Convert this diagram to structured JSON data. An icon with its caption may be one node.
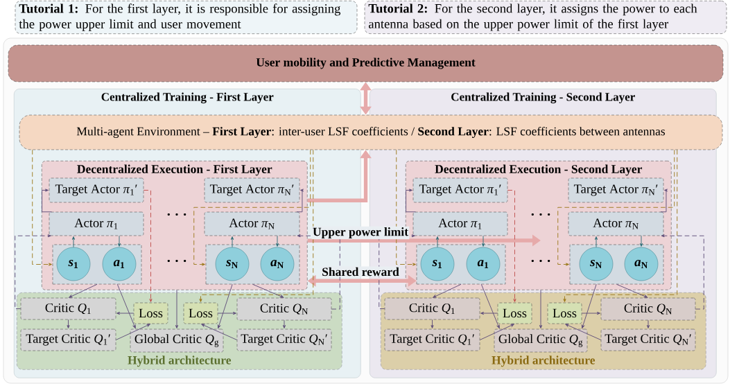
{
  "diagram": {
    "nodes": [
      {
        "text": [
          "**Tutorial 1:** For the first layer, it is responsible for assigning the power upper limit and user movement"
        ]
      },
      {
        "text": [
          "**Tutorial 2:** For the second layer, it assigns the power to each antenna based on the upper power limit of the first layer"
        ]
      },
      {
        "text": [
          "User mobility and Predictive Management"
        ]
      },
      {
        "text": [
          "Centralized Training - First Layer"
        ]
      },
      {
        "text": [
          "Centralized Training - Second Layer"
        ]
      },
      {
        "text": [
          "Multi-agent Environment – **First Layer**: inter-user LSF coefficients / **Second Layer**: LSF coefficients between antennas"
        ]
      },
      {
        "text": [
          "Decentralized Execution - First Layer"
        ],
        "in": 3
      },
      {
        "text": [
          "Target Actor *π*$_{1}$′"
        ],
        "in": 6
      },
      {
        "text": [
          "Actor *π*$_{1}$"
        ],
        "in": 6
      },
      {
        "text": [],
        "shape": "box",
        "in": 6
      },
      {
        "text": [
          "*s*$_{1}$"
        ],
        "in": 9
      },
      {
        "text": [
          "*a*$_{1}$"
        ],
        "in": 9
      },
      {
        "text": [
          "Target Actor *π*$_{N}$′"
        ],
        "in": 6
      },
      {
        "text": [
          "Actor *π*$_{N}$"
        ],
        "in": 6
      },
      {
        "text": [],
        "shape": "box",
        "in": 6
      },
      {
        "text": [
          "*s*$_{N}$"
        ],
        "in": 14
      },
      {
        "text": [
          "*a*$_{N}$"
        ],
        "in": 14
      },
      {
        "text": [
          "Hybrid architecture"
        ],
        "in": 3
      },
      {
        "text": [
          "Critic *Q*$_{1}$"
        ],
        "in": 17
      },
      {
        "text": [
          "Loss"
        ],
        "in": 17
      },
      {
        "text": [
          "Loss"
        ],
        "in": 17
      },
      {
        "text": [
          "Critic *Q*$_{N}$"
        ],
        "in": 17
      },
      {
        "text": [
          "Target Critic *Q*$_{1}$′"
        ],
        "in": 17
      },
      {
        "text": [
          "Global Critic *Q*$_{g}$"
        ],
        "in": 17
      },
      {
        "text": [
          "Target Critic *Q*$_{N}$′"
        ],
        "in": 17
      },
      {
        "text": [
          "Decentralized Execution - Second Layer"
        ],
        "in": 4
      },
      {
        "text": [
          "Target Actor *π*$_{1}$′"
        ],
        "in": 25
      },
      {
        "text": [
          "Actor *π*$_{1}$"
        ],
        "in": 25
      },
      {
        "text": [],
        "shape": "box",
        "in": 25
      },
      {
        "text": [
          "*s*$_{1}$"
        ],
        "in": 28
      },
      {
        "text": [
          "*a*$_{1}$"
        ],
        "in": 28
      },
      {
        "text": [
          "Target Actor *π*$_{N}$′"
        ],
        "in": 25
      },
      {
        "text": [
          "Actor *π*$_{N}$"
        ],
        "in": 25
      },
      {
        "text": [],
        "shape": "box",
        "in": 25
      },
      {
        "text": [
          "*s*$_{N}$"
        ],
        "in": 33
      },
      {
        "text": [
          "*a*$_{N}$"
        ],
        "in": 33
      },
      {
        "text": [
          "Hybrid architecture"
        ],
        "in": 4
      },
      {
        "text": [
          "Critic *Q*$_{1}$"
        ],
        "in": 36
      },
      {
        "text": [
          "Loss"
        ],
        "in": 36
      },
      {
        "text": [
          "Loss"
        ],
        "in": 36
      },
      {
        "text": [
          "Critic *Q*$_{N}$"
        ],
        "in": 36
      },
      {
        "text": [
          "Target Critic *Q*$_{1}$′"
        ],
        "in": 36
      },
      {
        "text": [
          "Global Critic *Q*$_{g}$"
        ],
        "in": 36
      },
      {
        "text": [
          "Target Critic *Q*$_{N}$′"
        ],
        "in": 36
      }
    ],
    "edges": [
      {
        "from": 2,
        "to": 5,
        "arrow": "both",
        "style": "thick",
        "color": "#e6aaaa"
      },
      {
        "from": 6,
        "to": 5,
        "arrow": "to",
        "style": "thick",
        "color": "#e6aaaa"
      },
      {
        "from": 6,
        "to": null,
        "arrow": "to",
        "label": "Upper power limit",
        "style": "thick",
        "color": "#e6aaaa"
      },
      {
        "from": 6,
        "to": 28,
        "arrow": "both",
        "label": "Shared reward",
        "style": "thick",
        "color": "#e6aaaa"
      },
      {
        "from": 5,
        "to": 9,
        "arrow": "to",
        "style": "dashed",
        "color": "#9c7a1c"
      },
      {
        "from": 5,
        "to": 14,
        "arrow": "to",
        "style": "dashed",
        "color": "#9c7a1c"
      },
      {
        "from": 5,
        "to": 20,
        "arrow": "to",
        "style": "dashed",
        "color": "#9c7a1c"
      },
      {
        "from": 7,
        "to": 19,
        "arrow": "to",
        "style": "dashed",
        "color": "#c0504d"
      },
      {
        "from": 18,
        "to": 8,
        "arrow": "to",
        "style": "dashed"
      },
      {
        "from": 8,
        "to": 7,
        "arrow": "to"
      },
      {
        "from": 21,
        "to": 13,
        "arrow": "to",
        "style": "dashed"
      },
      {
        "from": 13,
        "to": 12,
        "arrow": "to"
      },
      {
        "from": 10,
        "to": 8,
        "arrow": "to",
        "color": "#2e6e78"
      },
      {
        "from": 8,
        "to": 11,
        "arrow": "to",
        "color": "#2e6e78"
      },
      {
        "from": 15,
        "to": 13,
        "arrow": "to",
        "color": "#2e6e78"
      },
      {
        "from": 13,
        "to": 16,
        "arrow": "to",
        "color": "#2e6e78"
      },
      {
        "from": 9,
        "to": 18,
        "arrow": "to"
      },
      {
        "from": 9,
        "to": 23,
        "arrow": "to"
      },
      {
        "from": 14,
        "to": 21,
        "arrow": "to"
      },
      {
        "from": 14,
        "to": 23,
        "arrow": "to"
      },
      {
        "from": 6,
        "to": 23,
        "arrow": "to"
      },
      {
        "from": 19,
        "to": 18,
        "arrow": "to"
      },
      {
        "from": 22,
        "to": 19,
        "arrow": "to"
      },
      {
        "from": 18,
        "to": 22,
        "arrow": "to"
      },
      {
        "from": 20,
        "to": 21,
        "arrow": "to"
      },
      {
        "from": 24,
        "to": 20,
        "arrow": "to"
      },
      {
        "from": 21,
        "to": 24,
        "arrow": "to"
      },
      {
        "from": 5,
        "to": 28,
        "arrow": "to",
        "style": "dashed",
        "color": "#9c7a1c"
      },
      {
        "from": 5,
        "to": 33,
        "arrow": "to",
        "style": "dashed",
        "color": "#9c7a1c"
      },
      {
        "from": 5,
        "to": 39,
        "arrow": "to",
        "style": "dashed",
        "color": "#9c7a1c"
      },
      {
        "from": 26,
        "to": 38,
        "arrow": "to",
        "style": "dashed",
        "color": "#c0504d"
      },
      {
        "from": 37,
        "to": 27,
        "arrow": "to",
        "style": "dashed"
      },
      {
        "from": 27,
        "to": 26,
        "arrow": "to"
      },
      {
        "from": 40,
        "to": 32,
        "arrow": "to",
        "style": "dashed"
      },
      {
        "from": 32,
        "to": 31,
        "arrow": "to"
      },
      {
        "from": 29,
        "to": 27,
        "arrow": "to",
        "color": "#2e6e78"
      },
      {
        "from": 27,
        "to": 30,
        "arrow": "to",
        "color": "#2e6e78"
      },
      {
        "from": 34,
        "to": 32,
        "arrow": "to",
        "color": "#2e6e78"
      },
      {
        "from": 32,
        "to": 35,
        "arrow": "to",
        "color": "#2e6e78"
      },
      {
        "from": 28,
        "to": 37,
        "arrow": "to"
      },
      {
        "from": 28,
        "to": 42,
        "arrow": "to"
      },
      {
        "from": 33,
        "to": 40,
        "arrow": "to"
      },
      {
        "from": 33,
        "to": 42,
        "arrow": "to"
      },
      {
        "from": 25,
        "to": 42,
        "arrow": "to"
      },
      {
        "from": 38,
        "to": 37,
        "arrow": "to"
      },
      {
        "from": 41,
        "to": 38,
        "arrow": "to"
      },
      {
        "from": 37,
        "to": 41,
        "arrow": "to"
      },
      {
        "from": 39,
        "to": 40,
        "arrow": "to"
      },
      {
        "from": 43,
        "to": 39,
        "arrow": "to"
      },
      {
        "from": 40,
        "to": 43,
        "arrow": "to"
      }
    ],
    "labels": [
      "· · ·",
      "· · ·",
      "· · ·",
      "· · ·"
    ]
  }
}
